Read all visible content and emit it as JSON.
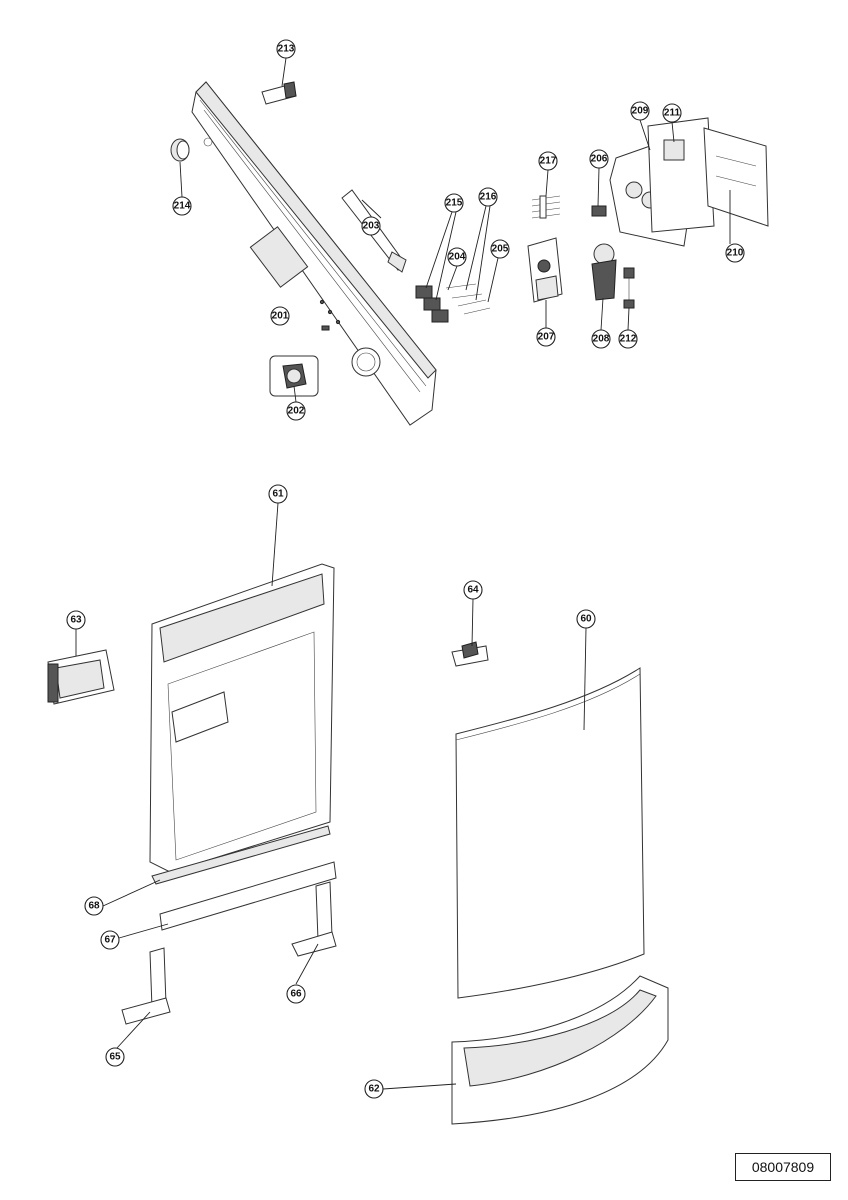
{
  "drawing_code": "08007809",
  "callouts": {
    "c213": "213",
    "c214": "214",
    "c201": "201",
    "c202": "202",
    "c203": "203",
    "c215": "215",
    "c216": "216",
    "c204": "204",
    "c205": "205",
    "c217": "217",
    "c206": "206",
    "c207": "207",
    "c208": "208",
    "c212": "212",
    "c209": "209",
    "c211": "211",
    "c210": "210",
    "c61": "61",
    "c63": "63",
    "c64": "64",
    "c60": "60",
    "c68": "68",
    "c67": "67",
    "c66": "66",
    "c65": "65",
    "c62": "62"
  }
}
